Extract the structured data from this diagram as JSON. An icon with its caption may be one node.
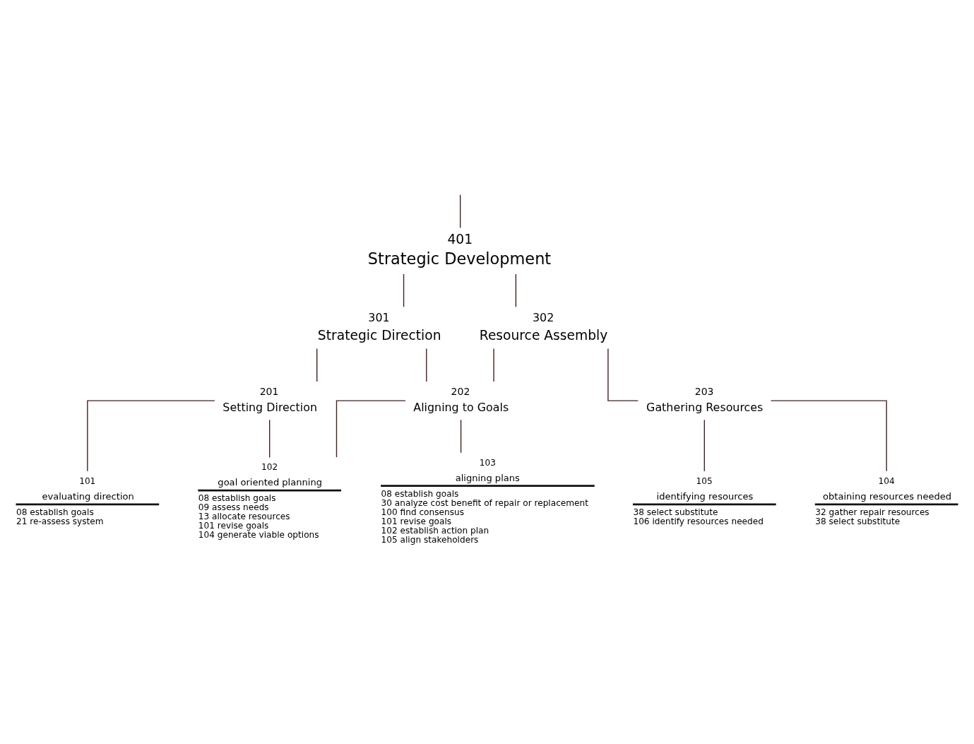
{
  "diagram": {
    "nodes": [
      {
        "text": [
          "401",
          "Strategic Development"
        ]
      },
      {
        "text": [
          "301",
          "Strategic Direction"
        ]
      },
      {
        "text": [
          "302",
          "Resource Assembly"
        ]
      },
      {
        "text": [
          "201",
          "Setting Direction"
        ]
      },
      {
        "text": [
          "202",
          "Aligning to Goals"
        ]
      },
      {
        "text": [
          "203",
          "Gathering Resources"
        ]
      },
      {
        "text": [
          "101",
          "evaluating direction",
          "08 establish goals",
          "21 re-assess system"
        ]
      },
      {
        "text": [
          "102",
          "goal oriented planning",
          "08 establish goals",
          "09 assess needs",
          "13 allocate resources",
          "101 revise goals",
          "104 generate viable options"
        ]
      },
      {
        "text": [
          "103",
          "aligning plans",
          "08 establish goals",
          "30 analyze cost benefit of repair or replacement",
          "100 find consensus",
          "101 revise goals",
          "102 establish action plan",
          "105 align stakeholders"
        ]
      },
      {
        "text": [
          "105",
          "identifying resources",
          "38 select substitute",
          "106 identify resources needed"
        ]
      },
      {
        "text": [
          "104",
          "obtaining resources needed",
          "32 gather repair resources",
          "38 select substitute"
        ]
      }
    ],
    "edges": [
      {
        "from": 0,
        "to": null,
        "arrow": "none"
      },
      {
        "from": 0,
        "to": 1,
        "arrow": "none"
      },
      {
        "from": 0,
        "to": 2,
        "arrow": "none"
      },
      {
        "from": 1,
        "to": 3,
        "arrow": "none"
      },
      {
        "from": 1,
        "to": 4,
        "arrow": "none"
      },
      {
        "from": 2,
        "to": 4,
        "arrow": "none"
      },
      {
        "from": 2,
        "to": 5,
        "arrow": "none"
      },
      {
        "from": 3,
        "to": 6,
        "arrow": "none"
      },
      {
        "from": 3,
        "to": 7,
        "arrow": "none"
      },
      {
        "from": 4,
        "to": 7,
        "arrow": "none"
      },
      {
        "from": 4,
        "to": 8,
        "arrow": "none"
      },
      {
        "from": 5,
        "to": 9,
        "arrow": "none"
      },
      {
        "from": 5,
        "to": 10,
        "arrow": "none"
      }
    ]
  }
}
